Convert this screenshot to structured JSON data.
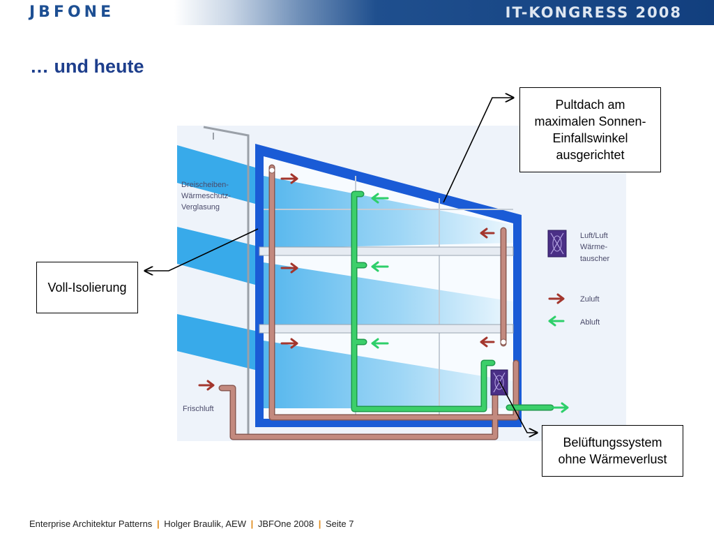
{
  "header": {
    "logo": "JBFONE",
    "congress": "IT-KONGRESS 2008"
  },
  "title": "… und heute",
  "callouts": {
    "roof": [
      "Pultdach am",
      "maximalen Sonnen-",
      "Einfallswinkel",
      "ausgerichtet"
    ],
    "insulation": "Voll-Isolierung",
    "ventilation": [
      "Belüftungssystem",
      "ohne Wärmeverlust"
    ]
  },
  "diagram_labels": {
    "glazing": [
      "Dreischeiben-",
      "Wärmeschutz-",
      "Verglasung"
    ],
    "fresh_air": "Frischluft"
  },
  "legend": {
    "exchanger": [
      "Luft/Luft",
      "Wärme-",
      "tauscher"
    ],
    "supply": "Zuluft",
    "exhaust": "Abluft"
  },
  "colors": {
    "insulation": "#1a5bd6",
    "glazing": "#35a8ea",
    "supply_duct": "#c38a7f",
    "exhaust_duct": "#3ccf6a",
    "supply_arrow": "#a3362d",
    "exhaust_arrow": "#2ecf6a",
    "exchanger": "#4a2f86"
  },
  "footer": {
    "items": [
      "Enterprise Architektur Patterns",
      "Holger Braulik, AEW",
      "JBFOne 2008",
      "Seite 7"
    ],
    "separator": "|"
  }
}
